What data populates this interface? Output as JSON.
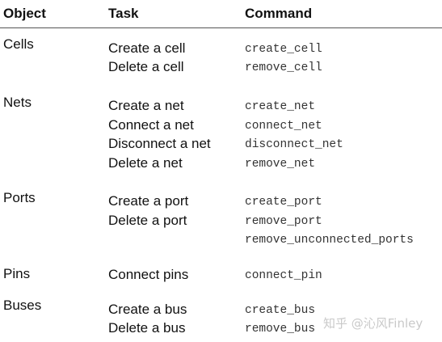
{
  "header": {
    "object": "Object",
    "task": "Task",
    "command": "Command"
  },
  "groups": [
    {
      "object": "Cells",
      "rows": [
        {
          "task": "Create a cell",
          "command": "create_cell"
        },
        {
          "task": "Delete a cell",
          "command": "remove_cell"
        }
      ]
    },
    {
      "object": "Nets",
      "rows": [
        {
          "task": "Create a net",
          "command": "create_net"
        },
        {
          "task": "Connect a net",
          "command": "connect_net"
        },
        {
          "task": "Disconnect a net",
          "command": "disconnect_net"
        },
        {
          "task": "Delete a net",
          "command": "remove_net"
        }
      ]
    },
    {
      "object": "Ports",
      "rows": [
        {
          "task": "Create a port",
          "command": "create_port"
        },
        {
          "task": "Delete a port",
          "command": "remove_port"
        },
        {
          "task": "",
          "command": "remove_unconnected_ports"
        }
      ]
    },
    {
      "object": "Pins",
      "rows": [
        {
          "task": "Connect pins",
          "command": "connect_pin"
        }
      ]
    },
    {
      "object": "Buses",
      "rows": [
        {
          "task": "Create a bus",
          "command": "create_bus"
        },
        {
          "task": "Delete a bus",
          "command": "remove_bus"
        }
      ]
    }
  ],
  "watermark": "知乎 @沁风Finley"
}
